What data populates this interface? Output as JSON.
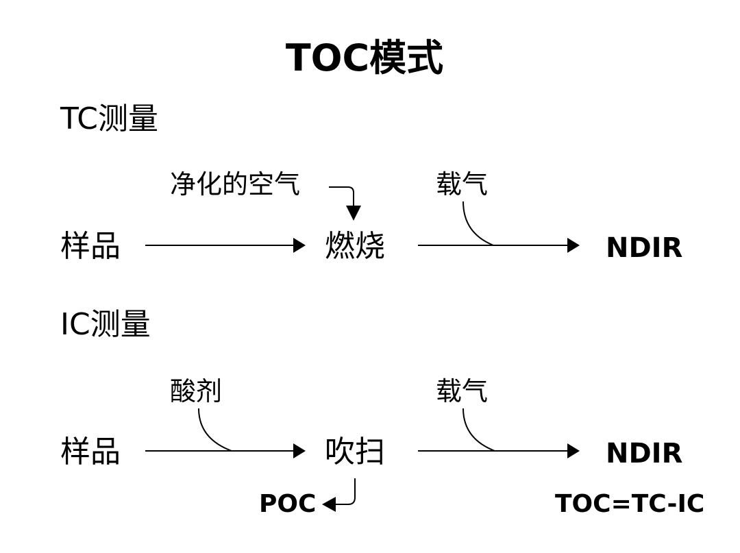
{
  "title": "TOC模式",
  "tc": {
    "heading": "TC测量",
    "sample": "样品",
    "purified_air": "净化的空气",
    "combustion": "燃烧",
    "carrier_gas": "载气",
    "detector": "NDIR"
  },
  "ic": {
    "heading": "IC测量",
    "sample": "样品",
    "acid": "酸剂",
    "purge": "吹扫",
    "carrier_gas": "载气",
    "detector": "NDIR",
    "poc": "POC",
    "formula": "TOC=TC-IC"
  }
}
